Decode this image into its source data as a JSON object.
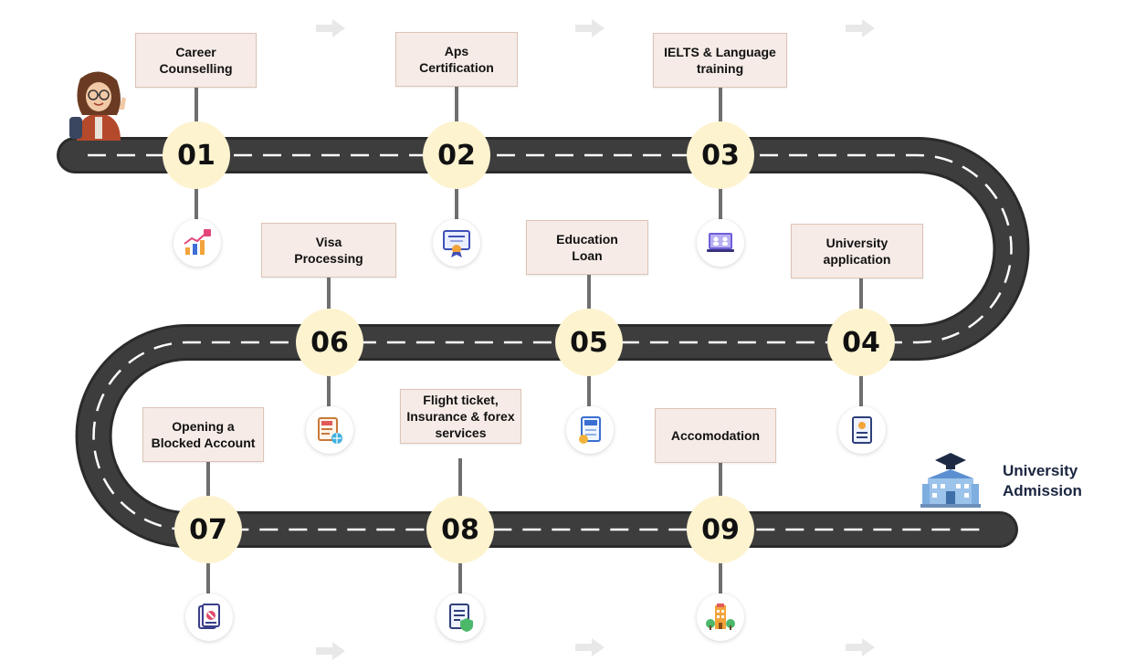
{
  "steps": [
    {
      "number": "01",
      "label": "Career\nCounselling",
      "icon": "growth-chart-icon"
    },
    {
      "number": "02",
      "label": "Aps\nCertification",
      "icon": "certificate-icon"
    },
    {
      "number": "03",
      "label": "IELTS & Language\ntraining",
      "icon": "video-class-icon"
    },
    {
      "number": "04",
      "label": "University\napplication",
      "icon": "application-form-icon"
    },
    {
      "number": "05",
      "label": "Education\nLoan",
      "icon": "loan-document-icon"
    },
    {
      "number": "06",
      "label": "Visa\nProcessing",
      "icon": "visa-document-icon"
    },
    {
      "number": "07",
      "label": "Opening a\nBlocked Account",
      "icon": "blocked-account-icon"
    },
    {
      "number": "08",
      "label": "Flight ticket,\nInsurance & forex\nservices",
      "icon": "insurance-document-icon"
    },
    {
      "number": "09",
      "label": "Accomodation",
      "icon": "housing-icon"
    }
  ],
  "destination": {
    "label": "University\nAdmission",
    "icon": "university-building-icon"
  },
  "avatar_icon": "student-avatar-icon",
  "decor_arrows": [
    "arrow-right-icon",
    "arrow-right-icon",
    "arrow-right-icon",
    "arrow-right-icon",
    "arrow-right-icon",
    "arrow-right-icon"
  ],
  "colors": {
    "road": "#3d3d3d",
    "road_edge": "#2b2b2b",
    "dash": "#ffffff",
    "number_circle": "#fdf3cf",
    "label_box": "#f6ebe6",
    "label_border": "#dcc4b6",
    "connector": "#6f6f6f",
    "arrow": "#e8e8e8"
  }
}
